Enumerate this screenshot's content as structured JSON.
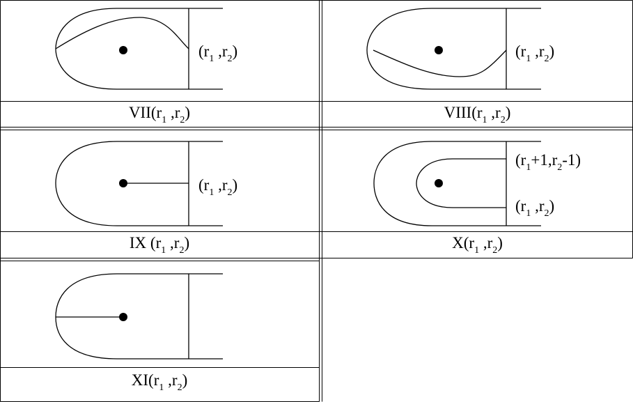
{
  "panels": [
    {
      "id": "VII",
      "caption": {
        "numeral": "VII",
        "sep": "(",
        "r1": "r",
        "i1": "1",
        "comma": " ,",
        "r2": "r",
        "i2": "2",
        "close": ")"
      },
      "labels": [
        {
          "open": "(",
          "r1": "r",
          "i1": "1",
          "comma": " ,",
          "r2": "r",
          "i2": "2",
          "close": ")"
        }
      ]
    },
    {
      "id": "VIII",
      "caption": {
        "numeral": "VIII",
        "sep": "(",
        "r1": "r",
        "i1": "1",
        "comma": " ,",
        "r2": "r",
        "i2": "2",
        "close": ")"
      },
      "labels": [
        {
          "open": "(",
          "r1": "r",
          "i1": "1",
          "comma": " ,",
          "r2": "r",
          "i2": "2",
          "close": ")"
        }
      ]
    },
    {
      "id": "IX",
      "caption": {
        "numeral": "IX ",
        "sep": "(",
        "r1": "r",
        "i1": "1",
        "comma": " ,",
        "r2": "r",
        "i2": "2",
        "close": ")"
      },
      "labels": [
        {
          "open": "(",
          "r1": "r",
          "i1": "1",
          "comma": " ,",
          "r2": "r",
          "i2": "2",
          "close": ")"
        }
      ]
    },
    {
      "id": "X",
      "caption": {
        "numeral": "X",
        "sep": "(",
        "r1": "r",
        "i1": "1",
        "comma": " ,",
        "r2": "r",
        "i2": "2",
        "close": ")"
      },
      "labels": [
        {
          "open": "(",
          "r1": "r",
          "i1": "1",
          "comma": "+1,",
          "r2": "r",
          "i2": "2",
          "close": "-1)"
        },
        {
          "open": "(",
          "r1": "r",
          "i1": "1",
          "comma": " ,",
          "r2": "r",
          "i2": "2",
          "close": ")"
        }
      ]
    },
    {
      "id": "XI",
      "caption": {
        "numeral": "XI",
        "sep": "(",
        "r1": "r",
        "i1": "1",
        "comma": "  ,",
        "r2": "r",
        "i2": "2",
        "close": ")"
      },
      "labels": []
    }
  ]
}
